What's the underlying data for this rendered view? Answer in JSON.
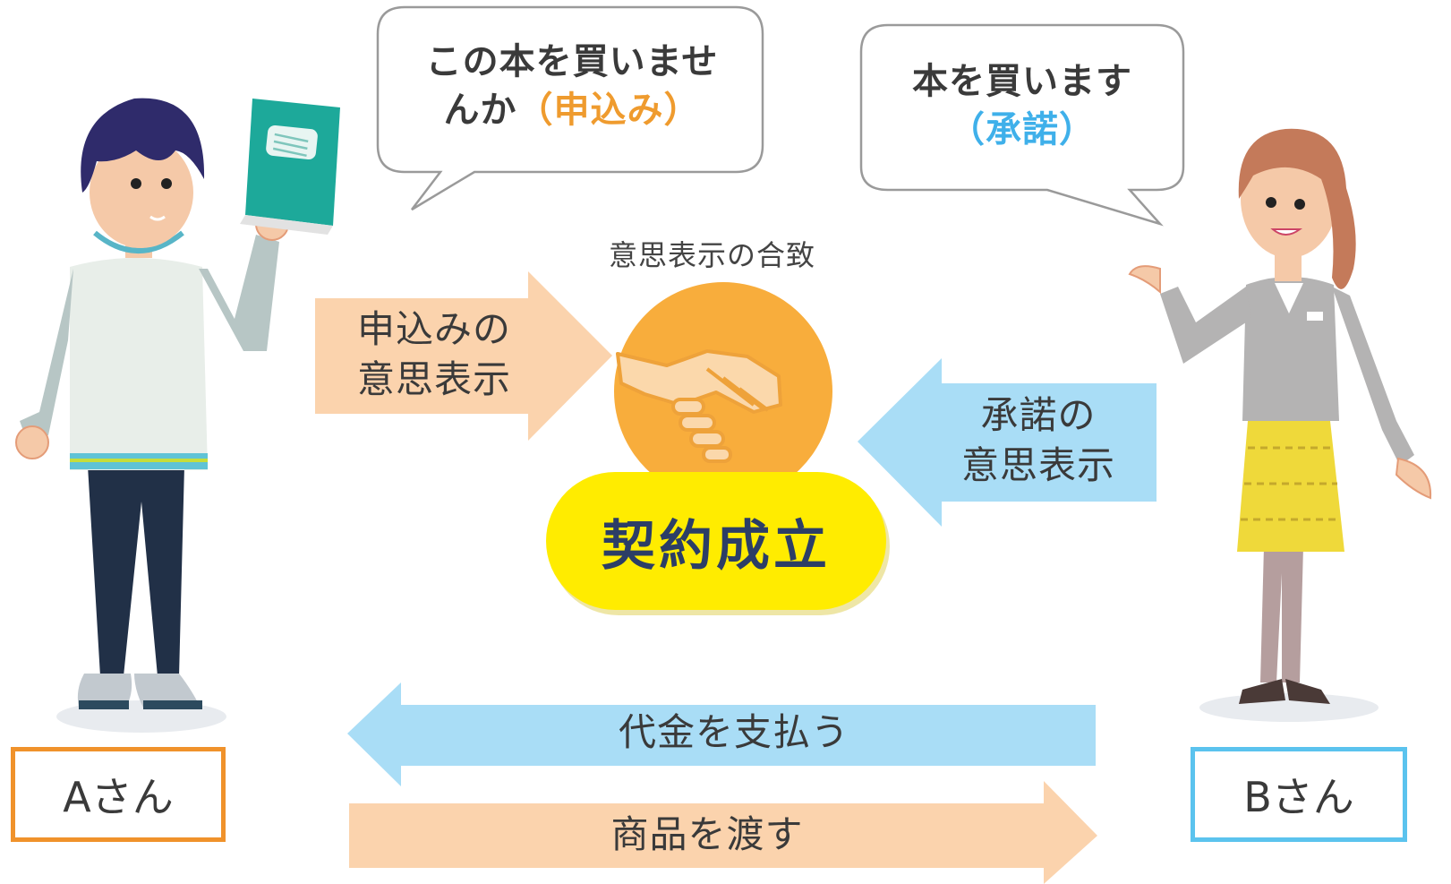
{
  "bubbles": {
    "a": {
      "line1": "この本を買いませ",
      "line2_prefix": "んか",
      "line2_highlight": "（申込み）"
    },
    "b": {
      "line1": "本を買います",
      "line2_highlight": "（承諾）"
    }
  },
  "caption": "意思表示の合致",
  "arrows": {
    "offer": {
      "line1": "申込みの",
      "line2": "意思表示"
    },
    "acceptance": {
      "line1": "承諾の",
      "line2": "意思表示"
    },
    "payment": "代金を支払う",
    "delivery": "商品を渡す"
  },
  "contract_label": "契約成立",
  "people": {
    "a": {
      "name": "Aさん",
      "border_color": "#f0922b"
    },
    "b": {
      "name": "Bさん",
      "border_color": "#5bc3ee"
    }
  },
  "colors": {
    "peach_arrow": "#fbd3ad",
    "blue_arrow": "#a9ddf6",
    "circle": "#f8ad3c",
    "pill": "#ffec00"
  }
}
